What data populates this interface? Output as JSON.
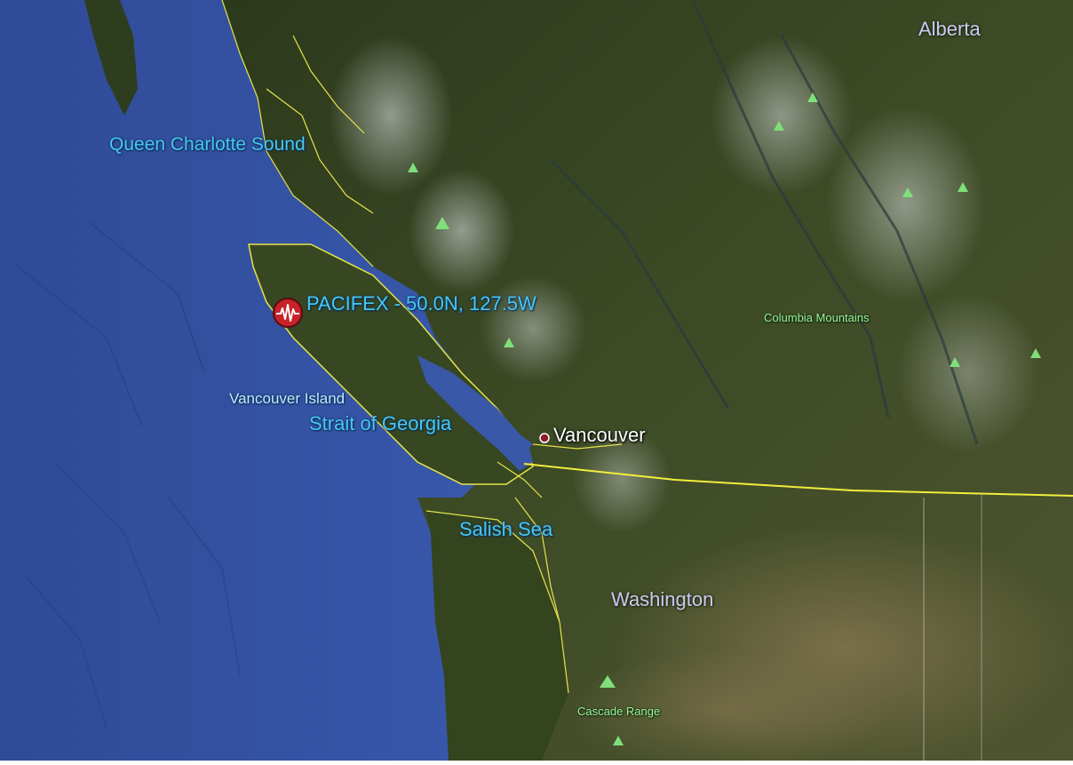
{
  "labels": {
    "alberta": "Alberta",
    "queen_charlotte_sound": "Queen Charlotte Sound",
    "pacifex": "PACIFEX - 50.0N, 127.5W",
    "columbia_mountains": "Columbia Mountains",
    "vancouver_island": "Vancouver Island",
    "strait_of_georgia": "Strait of Georgia",
    "vancouver": "Vancouver",
    "salish_sea": "Salish Sea",
    "washington": "Washington",
    "cascade_range": "Cascade Range"
  },
  "marker": {
    "icon": "seismic-wave-icon",
    "lat": "50.0N",
    "lon": "127.5W"
  },
  "colors": {
    "ocean": "#3a58a8",
    "land": "#3b4a25",
    "coastline": "#e6e34a",
    "border": "#f2ee3c",
    "marker": "#c8232b"
  }
}
